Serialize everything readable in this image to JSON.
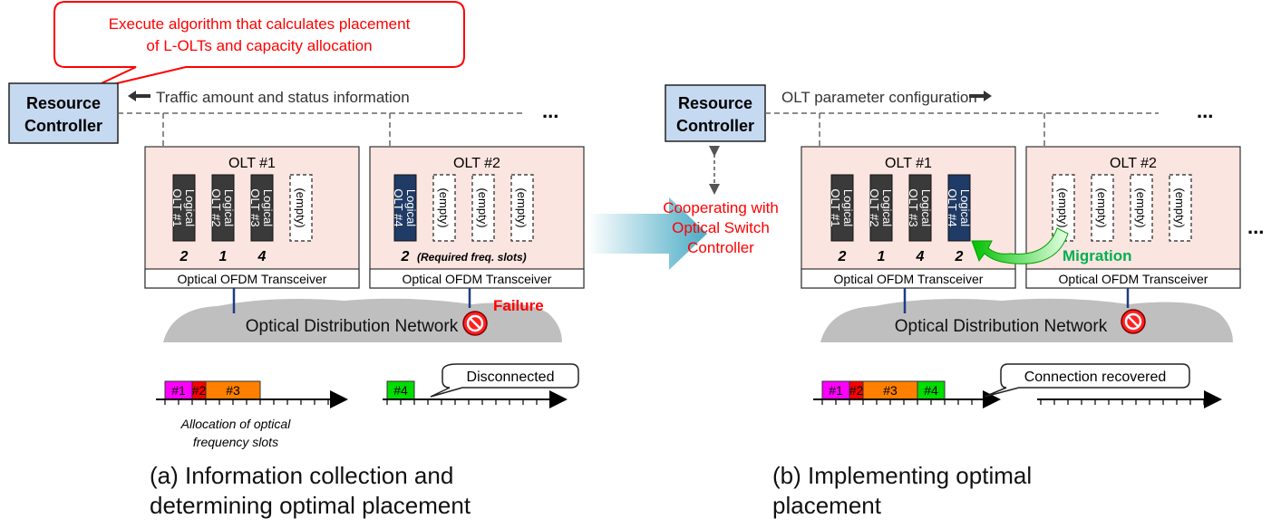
{
  "callout": {
    "text_line1": "Execute algorithm that calculates placement",
    "text_line2": "of L-OLTs and capacity allocation"
  },
  "left": {
    "controller": {
      "line1": "Resource",
      "line2": "Controller"
    },
    "info_label": "Traffic amount and status information",
    "ellipsis": "...",
    "olt1": {
      "title": "OLT #1",
      "slots": [
        {
          "kind": "logical",
          "line1": "Logical",
          "line2": "OLT #1",
          "color": "#3a3a3a"
        },
        {
          "kind": "logical",
          "line1": "Logical",
          "line2": "OLT #2",
          "color": "#3a3a3a"
        },
        {
          "kind": "logical",
          "line1": "Logical",
          "line2": "OLT #3",
          "color": "#3a3a3a"
        },
        {
          "kind": "empty",
          "line1": "(empty)"
        }
      ],
      "counts": [
        "2",
        "1",
        "4"
      ],
      "transceiver": "Optical OFDM Transceiver"
    },
    "olt2": {
      "title": "OLT #2",
      "slots": [
        {
          "kind": "logical",
          "line1": "Logical",
          "line2": "OLT #4",
          "color": "#1f3b66"
        },
        {
          "kind": "empty",
          "line1": "(empty)"
        },
        {
          "kind": "empty",
          "line1": "(empty)"
        },
        {
          "kind": "empty",
          "line1": "(empty)"
        }
      ],
      "count": "2",
      "count_note": "(Required freq. slots)",
      "transceiver": "Optical OFDM Transceiver"
    },
    "failure": "Failure",
    "odn": "Optical Distribution Network",
    "spectrum1": [
      {
        "label": "#1",
        "color": "#ff00ff",
        "slots": 2
      },
      {
        "label": "#2",
        "color": "#ff0000",
        "slots": 1
      },
      {
        "label": "#3",
        "color": "#ff8000",
        "slots": 4
      }
    ],
    "spectrum2": [
      {
        "label": "#4",
        "color": "#00dd00",
        "slots": 2
      }
    ],
    "disconnected": "Disconnected",
    "allocation_line1": "Allocation of optical",
    "allocation_line2": "frequency slots",
    "caption": "(a) Information collection and\ndetermining optimal placement"
  },
  "middle": {
    "coop_line1": "Cooperating with",
    "coop_line2": "Optical Switch",
    "coop_line3": "Controller"
  },
  "right": {
    "controller": {
      "line1": "Resource",
      "line2": "Controller"
    },
    "config_label": "OLT parameter configuration",
    "ellipsis": "...",
    "olt1": {
      "title": "OLT #1",
      "slots": [
        {
          "kind": "logical",
          "line1": "Logical",
          "line2": "OLT #1",
          "color": "#3a3a3a"
        },
        {
          "kind": "logical",
          "line1": "Logical",
          "line2": "OLT #2",
          "color": "#3a3a3a"
        },
        {
          "kind": "logical",
          "line1": "Logical",
          "line2": "OLT #3",
          "color": "#3a3a3a"
        },
        {
          "kind": "logical",
          "line1": "Logical",
          "line2": "OLT #4",
          "color": "#1f3b66"
        }
      ],
      "counts": [
        "2",
        "1",
        "4",
        "2"
      ],
      "transceiver": "Optical OFDM Transceiver"
    },
    "olt2": {
      "title": "OLT #2",
      "slots": [
        {
          "kind": "empty",
          "line1": "(empty)"
        },
        {
          "kind": "empty",
          "line1": "(empty)"
        },
        {
          "kind": "empty",
          "line1": "(empty)"
        },
        {
          "kind": "empty",
          "line1": "(empty)"
        }
      ],
      "transceiver": "Optical OFDM Transceiver"
    },
    "migration": "Migration",
    "odn": "Optical Distribution Network",
    "spectrum1": [
      {
        "label": "#1",
        "color": "#ff00ff",
        "slots": 2
      },
      {
        "label": "#2",
        "color": "#ff0000",
        "slots": 1
      },
      {
        "label": "#3",
        "color": "#ff8000",
        "slots": 4
      },
      {
        "label": "#4",
        "color": "#00dd00",
        "slots": 2
      }
    ],
    "recovered": "Connection recovered",
    "caption": "(b) Implementing optimal\nplacement"
  },
  "colors": {
    "controller_fill": "#c5d9f1",
    "olt_fill": "#fbe5e0",
    "callout_red": "#ff0000",
    "migration_green": "#00b050",
    "arrow_blue": "#4bacc6"
  }
}
